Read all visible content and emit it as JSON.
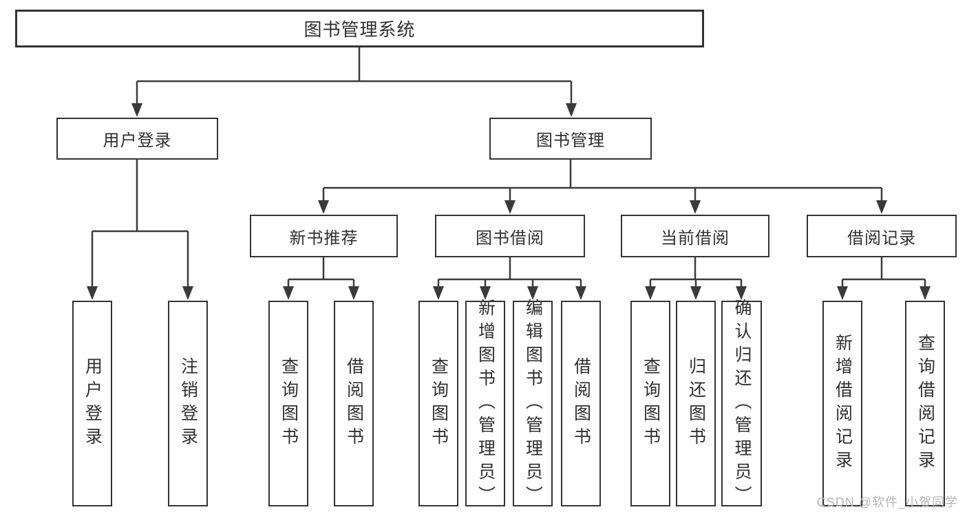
{
  "tree": {
    "root": {
      "label": "图书管理系统"
    },
    "branches": [
      {
        "label": "用户登录",
        "leaves": [
          "用户登录",
          "注销登录"
        ]
      },
      {
        "label": "图书管理",
        "sections": [
          {
            "label": "新书推荐",
            "leaves": [
              "查询图书",
              "借阅图书"
            ]
          },
          {
            "label": "图书借阅",
            "leaves": [
              "查询图书",
              "新增图书（管理员）",
              "编辑图书（管理员）",
              "借阅图书"
            ]
          },
          {
            "label": "当前借阅",
            "leaves": [
              "查询图书",
              "归还图书",
              "确认归还（管理员）"
            ]
          },
          {
            "label": "借阅记录",
            "leaves": [
              "新增借阅记录",
              "查询借阅记录"
            ]
          }
        ]
      }
    ]
  },
  "watermark": {
    "text": "CSDN @软件_小贺同学"
  },
  "colors": {
    "line": "#3a3a3a",
    "box_border": "#333333",
    "text": "#2f2f2f",
    "background": "#ffffff",
    "watermark": "#b5b5b5"
  }
}
